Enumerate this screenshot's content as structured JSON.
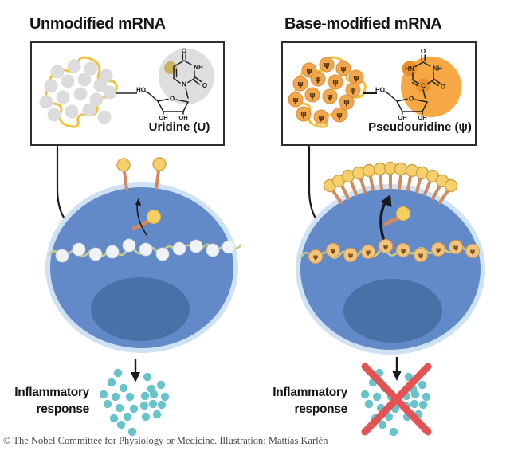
{
  "figure": {
    "left_panel": {
      "title": "Unmodified mRNA",
      "molecule": {
        "name": "Uridine (U)",
        "atoms": {
          "o_top": "O",
          "n3": "NH",
          "o2": "O",
          "n1": "N",
          "ho": "HO",
          "o_ring": "O",
          "oh_a": "OH",
          "oh_b": "OH"
        }
      },
      "response": {
        "line1": "Inflammatory",
        "line2": "response",
        "blocked": false
      }
    },
    "right_panel": {
      "title": "Base-modified mRNA",
      "molecule": {
        "name": "Pseudouridine (ψ)",
        "atoms": {
          "o_top": "O",
          "n3": "NH",
          "n1": "HN",
          "c5": "C",
          "o2": "O",
          "ho": "HO",
          "o_ring": "O",
          "oh_a": "OH",
          "oh_b": "OH"
        }
      },
      "response": {
        "line1": "Inflammatory",
        "line2": "response",
        "blocked": true
      }
    },
    "credit": "© The Nobel Committee for Physiology or Medicine. Illustration: Mattias Karlén",
    "symbols": {
      "psi": "ψ"
    },
    "colors": {
      "cell_body": "#6289c8",
      "cell_halo": "#cfe2f3",
      "nucleus": "#4a70a8",
      "mrna_strand_yellow": "#f0c23e",
      "mrna_strand_in_cell": "#c3d08a",
      "uridine_circle_gray": "#dcdcdc",
      "pseudouridine_circle_orange": "#f2a74f",
      "pseudouridine_circle_in_cell": "#f3c47d",
      "structure_bg_gray": "#dedede",
      "structure_bg_orange": "#f5a843",
      "highlight_tan": "#cbb264",
      "highlight_dark_orange": "#e8912d",
      "spike_stick": "#d08a62",
      "spike_head_yellow": "#f7d06b",
      "cytokine_teal": "#68c4ca",
      "blocked_cross_red": "#e35353",
      "arrow_black": "#1a1a1a"
    }
  }
}
